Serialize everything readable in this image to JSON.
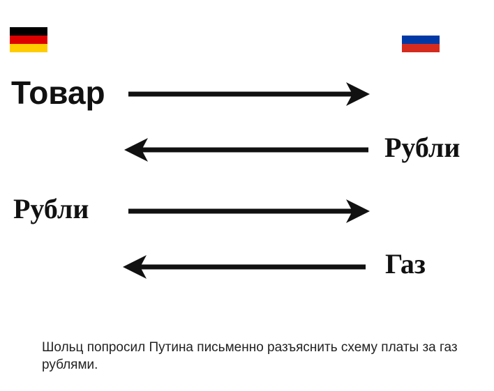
{
  "flags": {
    "left": {
      "name": "germany-flag",
      "colors": [
        "#000000",
        "#dd0000",
        "#ffcc00"
      ]
    },
    "right": {
      "name": "russia-flag",
      "colors": [
        "#ffffff",
        "#0039a6",
        "#d52b1e"
      ]
    }
  },
  "flows": [
    {
      "label": "Товар",
      "direction": "right"
    },
    {
      "label": "Рубли",
      "direction": "left"
    },
    {
      "label": "Рубли",
      "direction": "right"
    },
    {
      "label": "Газ",
      "direction": "left"
    }
  ],
  "caption": "Шольц попросил Путина письменно разъяснить схему платы за газ рублями.",
  "colors": {
    "arrow": "#111111",
    "text": "#111111",
    "caption": "#222222"
  }
}
